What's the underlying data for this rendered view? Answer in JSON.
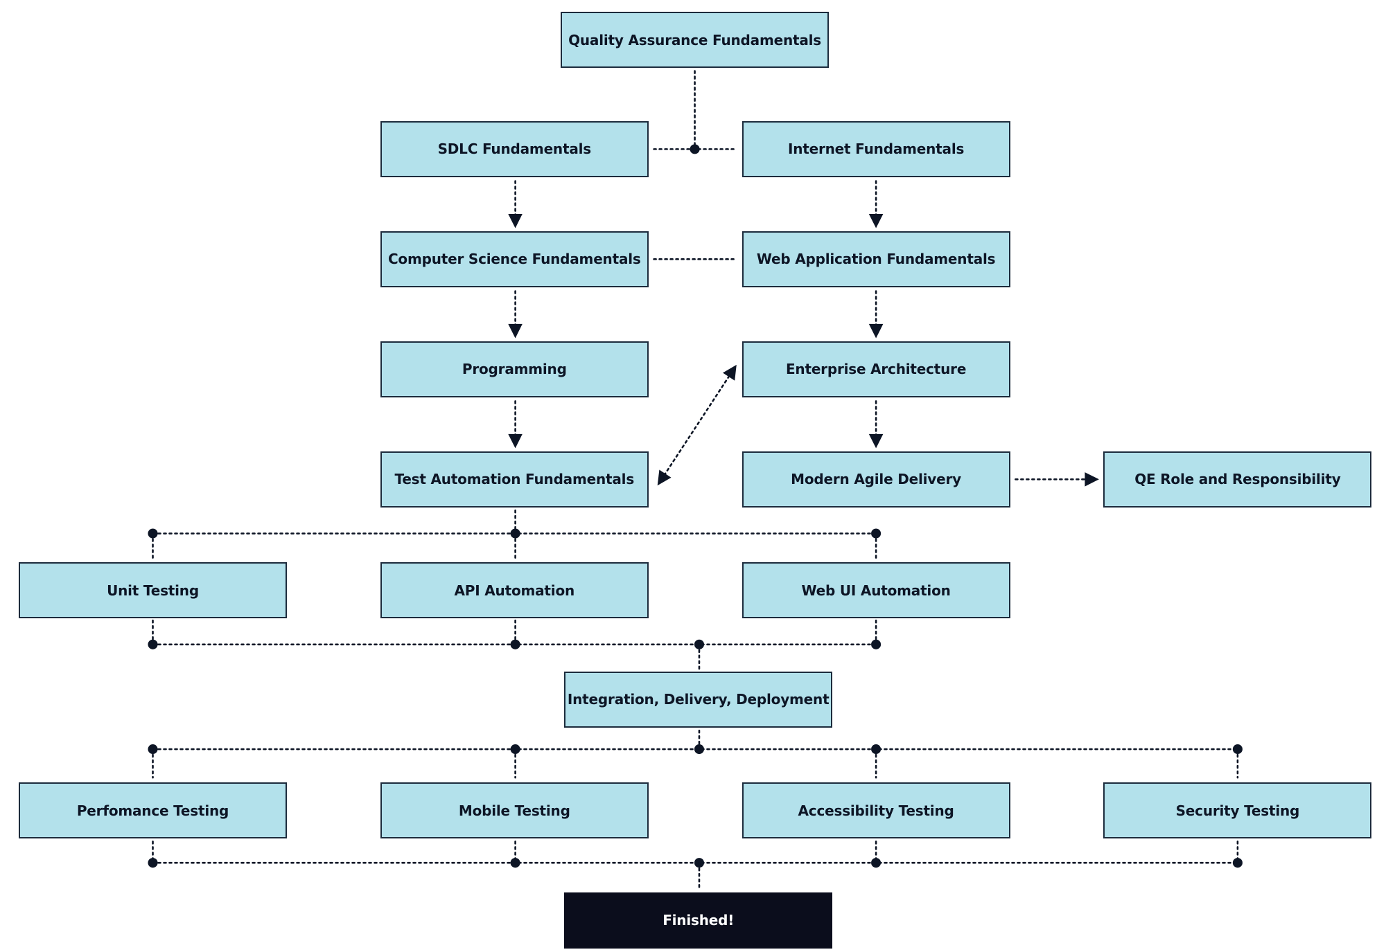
{
  "colors": {
    "node_fill": "#b3e1eb",
    "node_border": "#1c2b3c",
    "final_fill": "#0b0d1c",
    "final_text": "#ffffff",
    "connector": "#0d1525"
  },
  "nodes": {
    "qa_fundamentals": "Quality Assurance Fundamentals",
    "sdlc_fundamentals": "SDLC Fundamentals",
    "internet_fundamentals": "Internet Fundamentals",
    "cs_fundamentals": "Computer Science Fundamentals",
    "webapp_fundamentals": "Web Application Fundamentals",
    "programming": "Programming",
    "enterprise_architecture": "Enterprise Architecture",
    "test_automation_fundamentals": "Test Automation Fundamentals",
    "modern_agile_delivery": "Modern Agile Delivery",
    "qe_role": "QE Role and Responsibility",
    "unit_testing": "Unit Testing",
    "api_automation": "API Automation",
    "web_ui_automation": "Web UI Automation",
    "integration_delivery": "Integration, Delivery, Deployment",
    "performance_testing": "Perfomance Testing",
    "mobile_testing": "Mobile Testing",
    "accessibility_testing": "Accessibility Testing",
    "security_testing": "Security Testing",
    "finished": "Finished!"
  }
}
